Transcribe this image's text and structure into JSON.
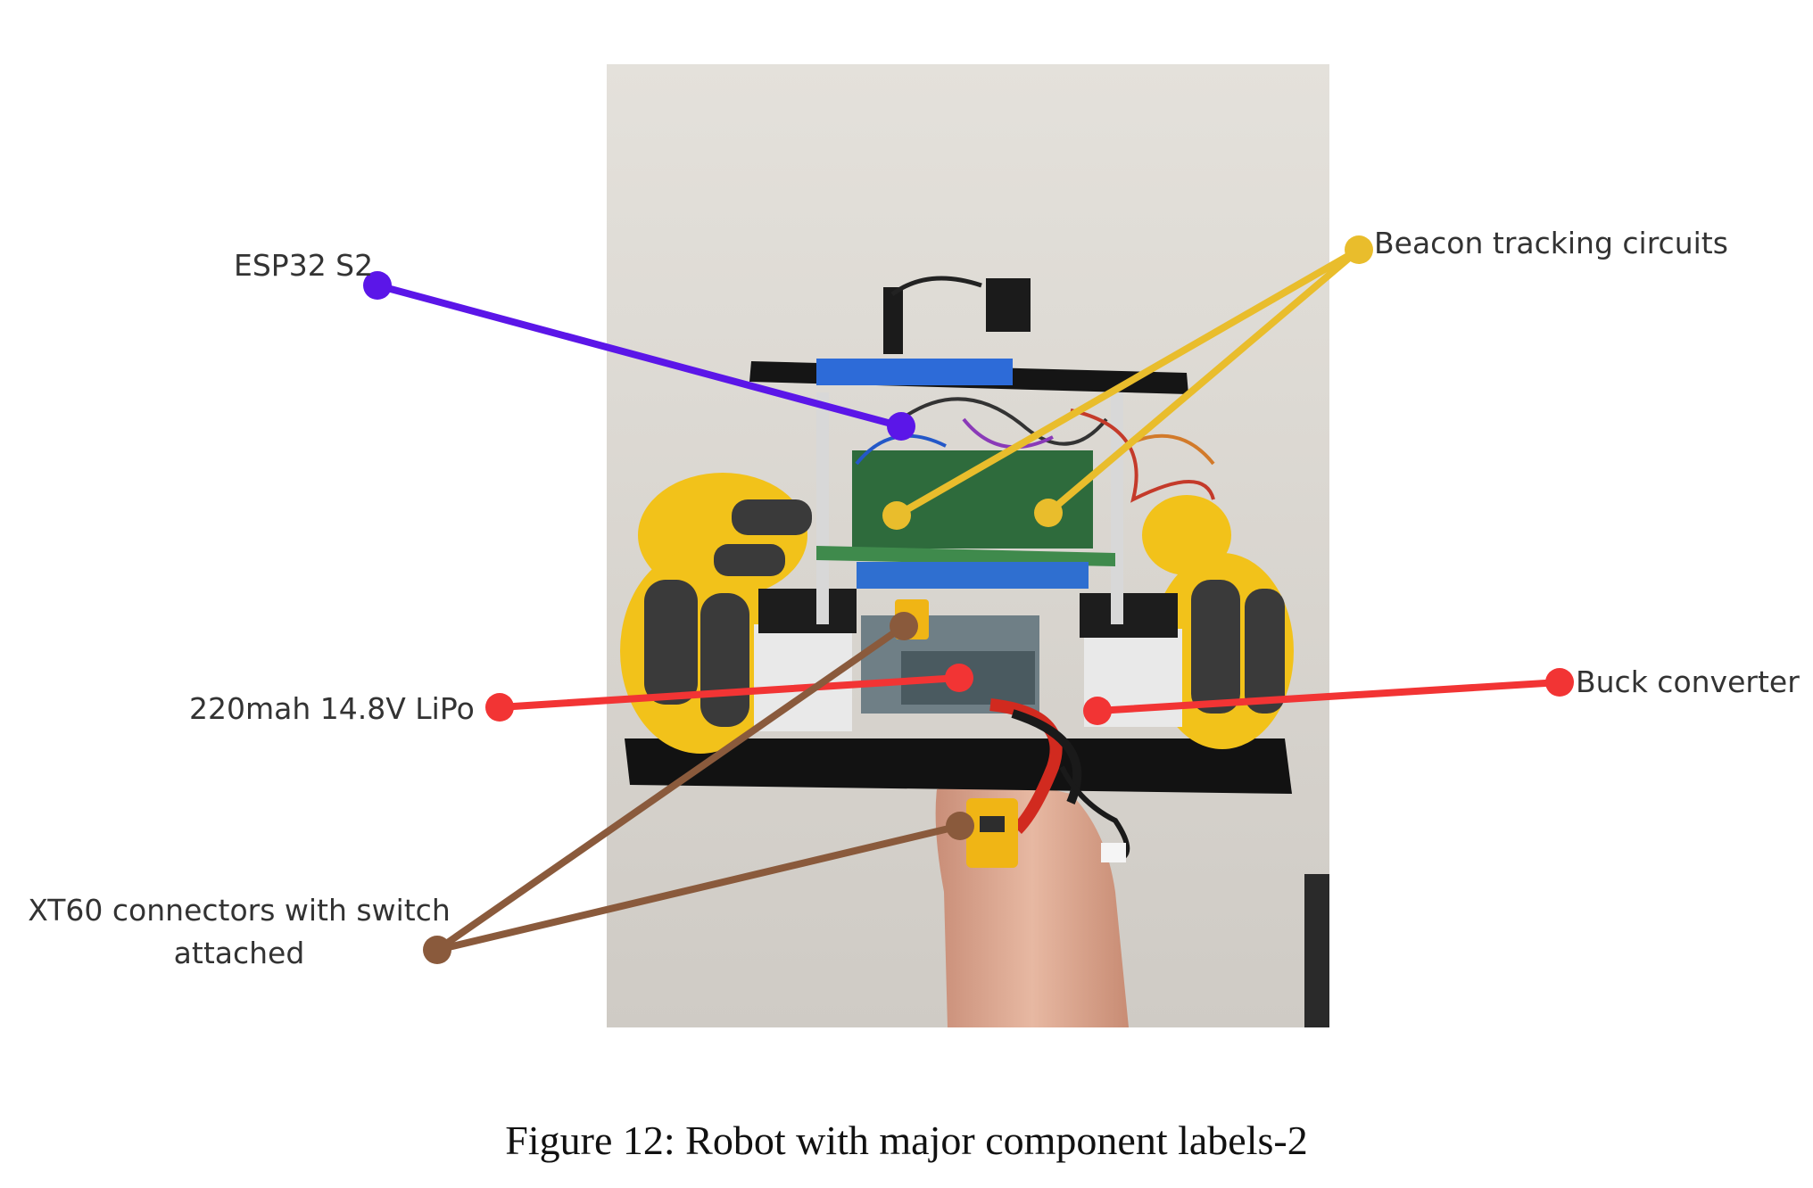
{
  "figure": {
    "caption": "Figure 12: Robot with major component labels-2",
    "photo_description": "Photograph of a mecanum-wheeled robot held up by a hand",
    "labels": [
      {
        "id": "esp32",
        "text": "ESP32 S2",
        "color": "#5b16e8"
      },
      {
        "id": "beacon",
        "text": "Beacon tracking circuits",
        "color": "#e9bd2c"
      },
      {
        "id": "lipo",
        "text": "220mah 14.8V LiPo",
        "color": "#f23434"
      },
      {
        "id": "buck",
        "text": "Buck converter",
        "color": "#f23434"
      },
      {
        "id": "xt60_line1",
        "text": "XT60 connectors with switch",
        "color": "#8a5a3c"
      },
      {
        "id": "xt60_line2",
        "text": "attached",
        "color": "#8a5a3c"
      }
    ]
  }
}
